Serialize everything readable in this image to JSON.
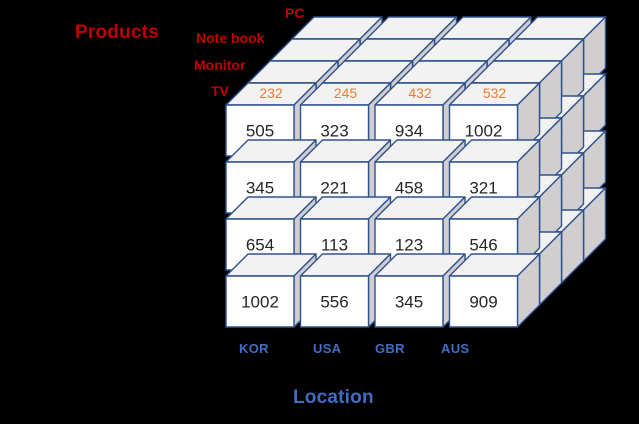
{
  "meta": {
    "background_color": "#000000",
    "outline_color": "#2F528F",
    "face_front_color": "#FFFFFF",
    "face_side_color": "#D0CECE",
    "face_top_color": "#F2F2F2"
  },
  "titles": {
    "products": "Products",
    "location": "Location"
  },
  "colors": {
    "products_label": "#C00000",
    "location_label": "#3F6CC4",
    "top_value": "#ED7D31",
    "front_value": "#262626"
  },
  "axes": {
    "products": {
      "label": "Products",
      "members": [
        "TV",
        "Monitor",
        "Note book",
        "PC"
      ]
    },
    "location": {
      "label": "Location",
      "members": [
        "KOR",
        "USA",
        "GBR",
        "AUS"
      ]
    },
    "depth": {
      "label": "",
      "layers": 3
    }
  },
  "chart_data": {
    "type": "table",
    "title": "Products",
    "xlabel": "Location",
    "ylabel": "Products",
    "categories": [
      "KOR",
      "USA",
      "GBR",
      "AUS"
    ],
    "series": [
      {
        "name": "TV",
        "values": [
          1002,
          556,
          345,
          909
        ]
      },
      {
        "name": "Monitor",
        "values": [
          654,
          113,
          123,
          546
        ]
      },
      {
        "name": "Note book",
        "values": [
          345,
          221,
          458,
          321
        ]
      },
      {
        "name": "PC",
        "values": [
          505,
          323,
          934,
          1002
        ]
      }
    ],
    "top_face_values": [
      232,
      245,
      432,
      532
    ]
  },
  "front_grid": {
    "rows": [
      {
        "label": "PC",
        "cells": [
          "505",
          "323",
          "934",
          "1002"
        ]
      },
      {
        "label": "Note book",
        "cells": [
          "345",
          "221",
          "458",
          "321"
        ]
      },
      {
        "label": "Monitor",
        "cells": [
          "654",
          "113",
          "123",
          "546"
        ]
      },
      {
        "label": "TV",
        "cells": [
          "1002",
          "556",
          "345",
          "909"
        ]
      }
    ]
  },
  "top_values": [
    "232",
    "245",
    "432",
    "532"
  ],
  "column_labels": [
    "KOR",
    "USA",
    "GBR",
    "AUS"
  ],
  "product_labels": [
    "PC",
    "Note book",
    "Monitor",
    "TV"
  ]
}
